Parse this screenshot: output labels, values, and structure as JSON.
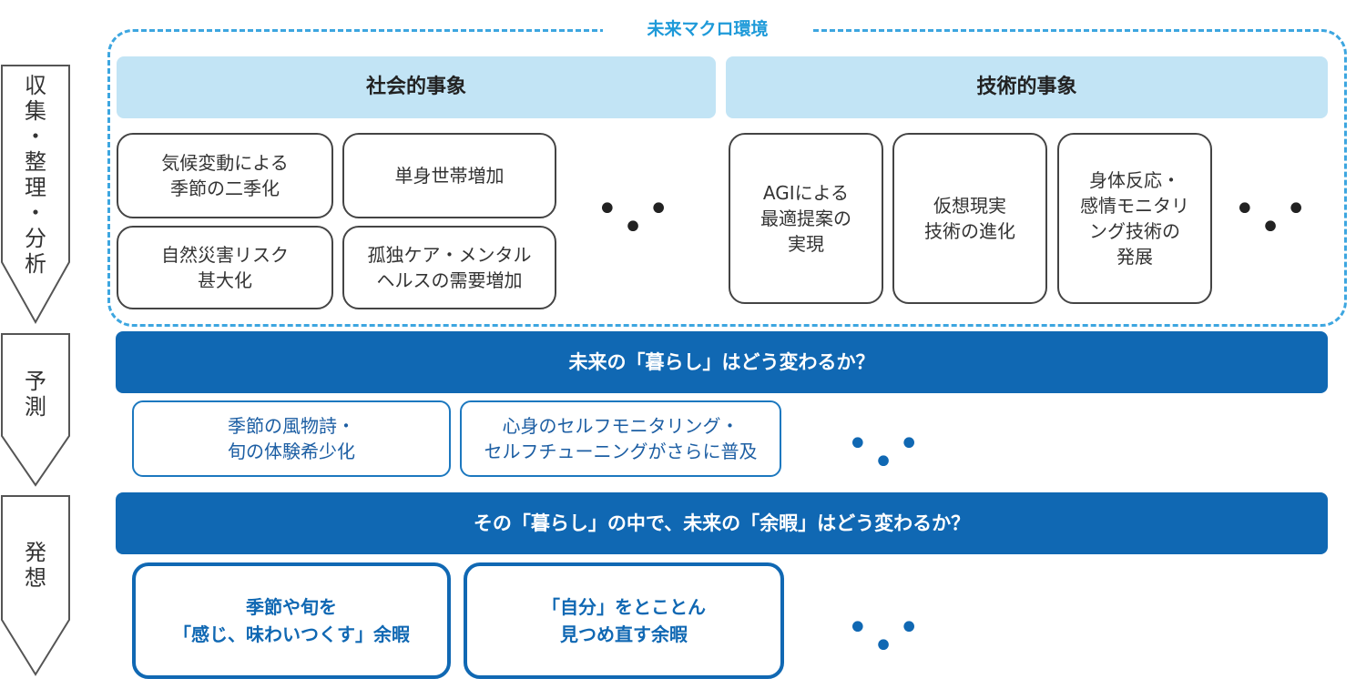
{
  "steps": {
    "collect": "収\n集\n・\n整\n理\n・\n分\n析",
    "predict": "予\n測",
    "ideate": "発\n想"
  },
  "macro": {
    "title": "未来マクロ環境",
    "social": {
      "header": "社会的事象",
      "items": [
        "気候変動による\n季節の二季化",
        "単身世帯増加",
        "自然災害リスク\n甚大化",
        "孤独ケア・メンタル\nヘルスの需要増加"
      ]
    },
    "tech": {
      "header": "技術的事象",
      "items": [
        "AGIによる\n最適提案の\n実現",
        "仮想現実\n技術の進化",
        "身体反応・\n感情モニタリ\nング技術の\n発展"
      ]
    },
    "ellipsis": "• • •"
  },
  "predict": {
    "bar": "未来の「暮らし」はどう変わるか？",
    "items": [
      "季節の風物詩・\n旬の体験希少化",
      "心身のセルフモニタリング・\nセルフチューニングがさらに普及"
    ],
    "ellipsis": "• • •"
  },
  "ideate": {
    "bar": "その「暮らし」の中で、未来の「余暇」はどう変わるか？",
    "items": [
      "季節や旬を\n「感じ、味わいつくす」余暇",
      "「自分」をとことん\n見つめ直す余暇"
    ],
    "ellipsis": "• • •"
  },
  "colors": {
    "dash": "#3da6e0",
    "header_fill": "#c2e4f5",
    "bar_fill": "#1068b3",
    "predict_border": "#1c78bf"
  }
}
